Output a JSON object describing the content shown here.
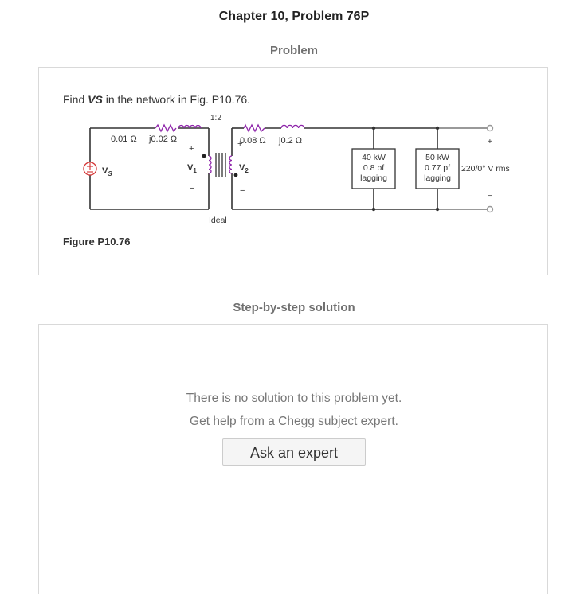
{
  "header": {
    "title": "Chapter 10, Problem 76P"
  },
  "problem": {
    "heading": "Problem",
    "text_prefix": "Find ",
    "text_var": "VS",
    "text_suffix": " in the network in Fig. P10.76.",
    "figure_label": "Figure P10.76"
  },
  "circuit": {
    "r1": "0.01 Ω",
    "x1": "j0.02 Ω",
    "ratio": "1:2",
    "r2": "0.08 Ω",
    "x2": "j0.2 Ω",
    "source_label": "V",
    "source_sub": "S",
    "v1_label": "V",
    "v1_sub": "1",
    "v2_label": "V",
    "v2_sub": "2",
    "xfmr_label": "Ideal",
    "load1": [
      "40 kW",
      "0.8 pf",
      "lagging"
    ],
    "load2": [
      "50 kW",
      "0.77 pf",
      "lagging"
    ],
    "output_voltage": "220/0° V rms",
    "plus": "+",
    "minus": "−"
  },
  "solution": {
    "heading": "Step-by-step solution",
    "line1": "There is no solution to this problem yet.",
    "line2": "Get help from a Chegg subject expert.",
    "button_label": "Ask an expert"
  }
}
